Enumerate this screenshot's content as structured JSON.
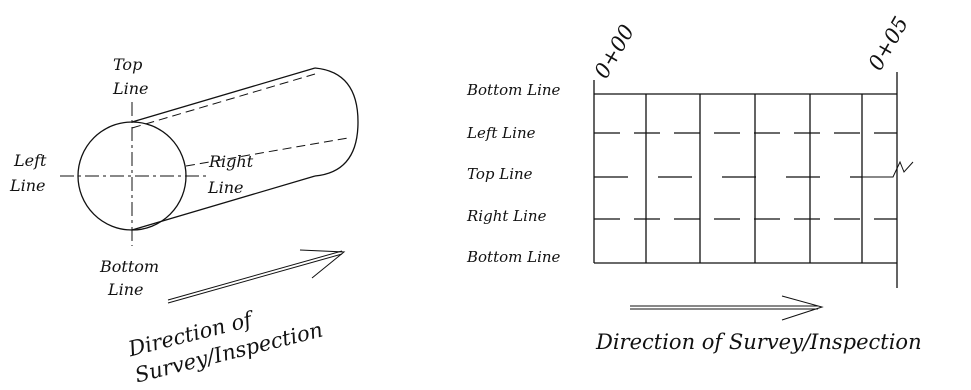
{
  "left_diagram": {
    "labels": {
      "top": [
        "Top",
        "Line"
      ],
      "left": [
        "Left",
        "Line"
      ],
      "right": [
        "Right",
        "Line"
      ],
      "bottom": [
        "Bottom",
        "Line"
      ]
    },
    "direction": [
      "Direction of",
      "Survey/Inspection"
    ]
  },
  "right_diagram": {
    "stations": [
      "0+00",
      "0+05"
    ],
    "rows": [
      "Bottom Line",
      "Left Line",
      "Top Line",
      "Right Line",
      "Bottom Line"
    ],
    "direction": "Direction of Survey/Inspection"
  }
}
